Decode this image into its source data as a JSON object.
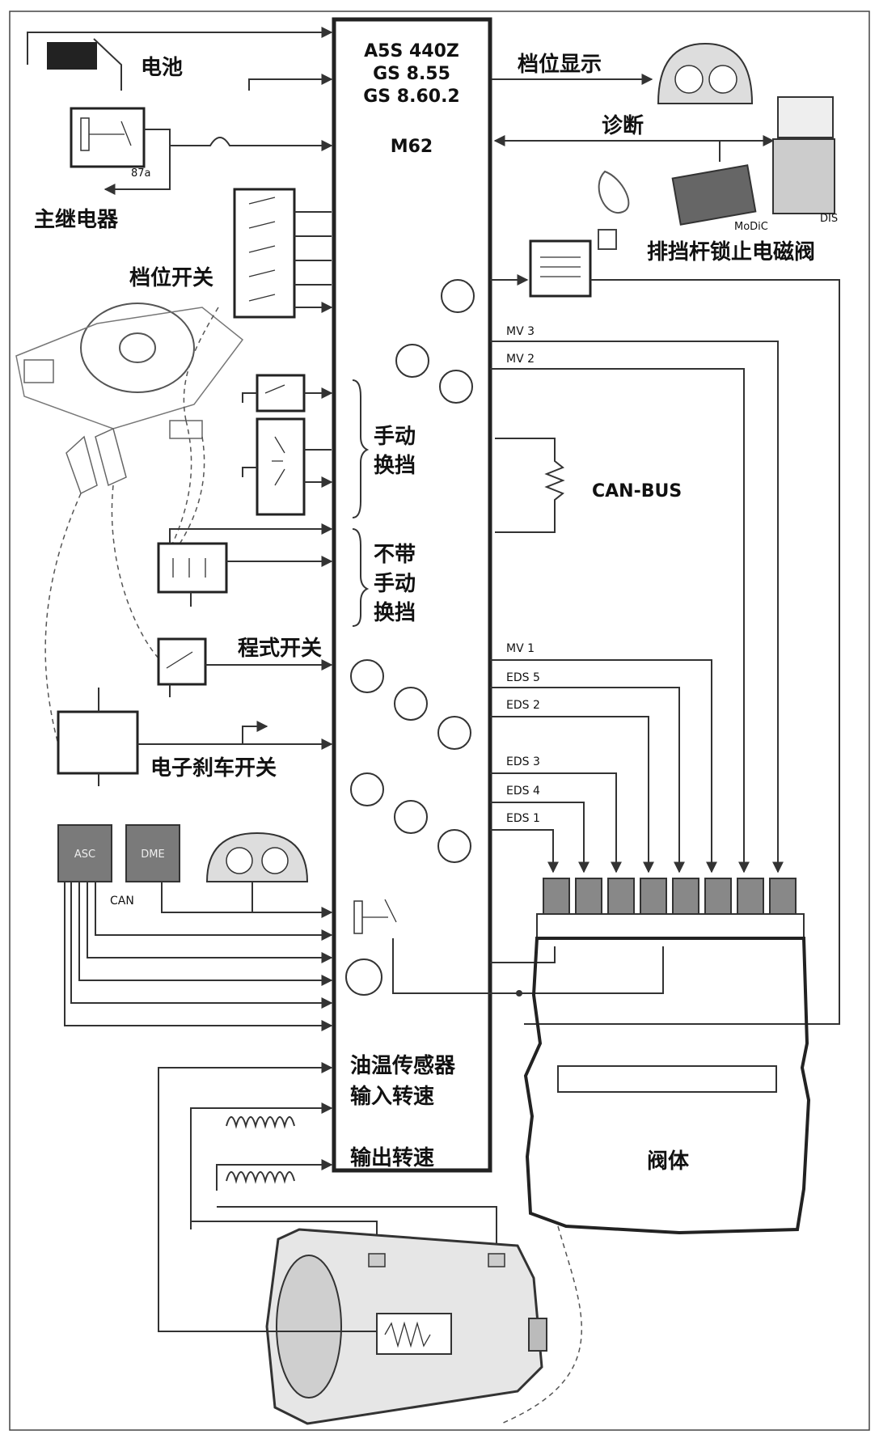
{
  "ecu": {
    "model_line1": "A5S 440Z",
    "model_line2": "GS 8.55",
    "model_line3": "GS 8.60.2",
    "model_line4": "M62",
    "label_oil_temp": "油温传感器",
    "label_input_speed": "输入转速",
    "label_output_speed": "输出转速"
  },
  "left": {
    "battery": "电池",
    "main_relay": "主继电器",
    "relay_code": "87a",
    "gear_switch": "档位开关",
    "manual_shift": [
      "手动",
      "换挡"
    ],
    "no_manual_shift": [
      "不带",
      "手动",
      "换挡"
    ],
    "program_switch": "程式开关",
    "brake_switch": "电子刹车开关",
    "asc": "ASC",
    "dme": "DME",
    "can": "CAN"
  },
  "right": {
    "gear_display": "档位显示",
    "diagnosis": "诊断",
    "modic": "MoDiC",
    "dis": "DIS",
    "shift_lock": "排挡杆锁止电磁阀",
    "can_bus": "CAN-BUS",
    "valve_body": "阀体",
    "signals": [
      "MV 3",
      "MV 2",
      "MV 1",
      "EDS 5",
      "EDS 2",
      "EDS 3",
      "EDS 4",
      "EDS 1"
    ]
  },
  "colors": {
    "line": "#333333",
    "module": "#7a7a7a",
    "background": "#ffffff"
  }
}
